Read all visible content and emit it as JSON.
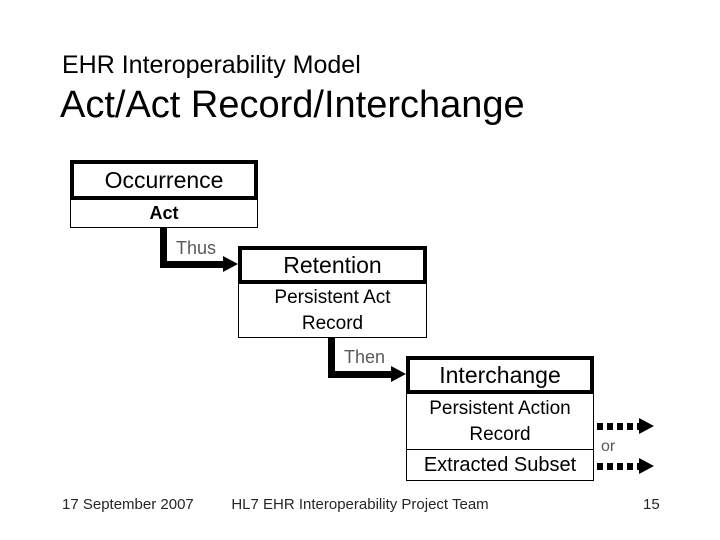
{
  "slide": {
    "subtitle": "EHR Interoperability Model",
    "title": "Act/Act Record/Interchange"
  },
  "diagram": {
    "occurrence_box": {
      "title": "Occurrence",
      "record_label": "Act"
    },
    "retention_box": {
      "title": "Retention",
      "record_label": "Persistent Act Record"
    },
    "interchange_box": {
      "title": "Interchange",
      "record_label": "Persistent Action Record",
      "subset_label": "Extracted Subset"
    },
    "connectors": {
      "thus_label": "Thus",
      "then_label": "Then",
      "or_label": "or"
    }
  },
  "footer": {
    "date": "17 September 2007",
    "team": "HL7 EHR Interoperability Project Team",
    "page_number": "15"
  },
  "colors": {
    "background": "#ffffff",
    "box_border": "#000000",
    "arrow": "#000000",
    "connector_label_gray": "#595959",
    "footer_text": "#262626"
  }
}
